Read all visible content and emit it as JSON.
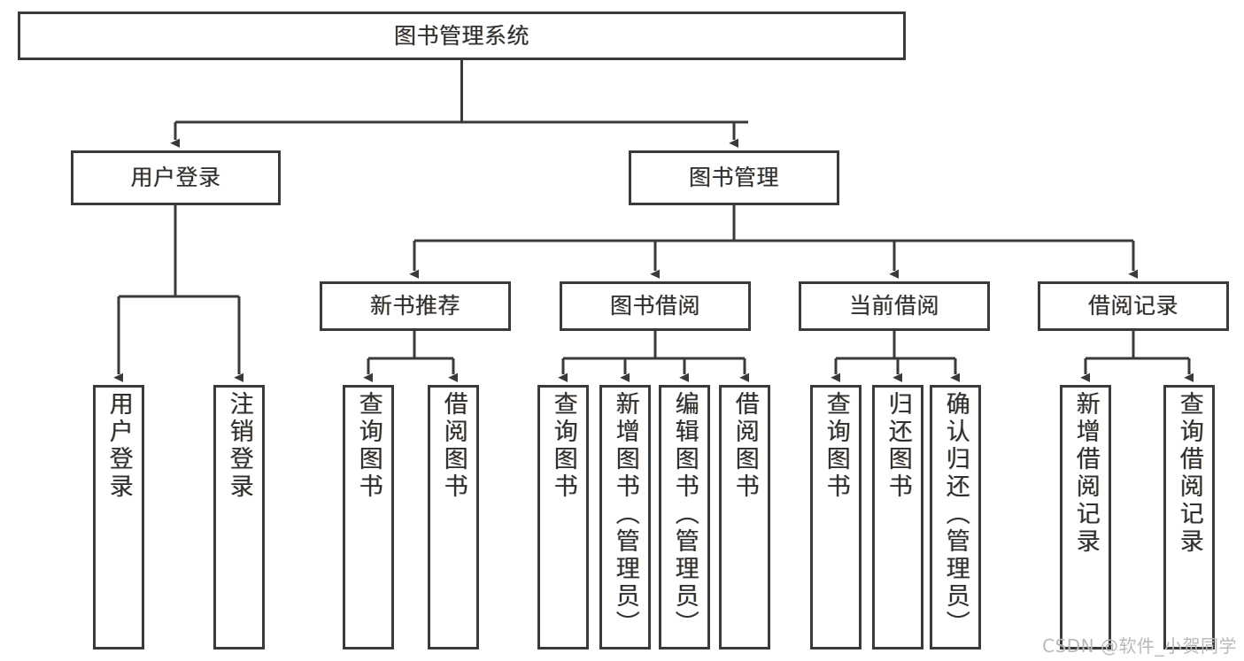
{
  "diagram": {
    "title": "图书管理系统",
    "type": "tree",
    "root": {
      "label": "图书管理系统"
    },
    "level2": [
      {
        "label": "用户登录"
      },
      {
        "label": "图书管理"
      }
    ],
    "level3": [
      {
        "label": "新书推荐"
      },
      {
        "label": "图书借阅"
      },
      {
        "label": "当前借阅"
      },
      {
        "label": "借阅记录"
      }
    ],
    "leaves": {
      "user_login": [
        {
          "label": "用户登录"
        },
        {
          "label": "注销登录"
        }
      ],
      "new_book": [
        {
          "label": "查询图书"
        },
        {
          "label": "借阅图书"
        }
      ],
      "book_borrow": [
        {
          "label": "查询图书"
        },
        {
          "label": "新增图书（管理员）"
        },
        {
          "label": "编辑图书（管理员）"
        },
        {
          "label": "借阅图书"
        }
      ],
      "current_borrow": [
        {
          "label": "查询图书"
        },
        {
          "label": "归还图书"
        },
        {
          "label": "确认归还（管理员）"
        }
      ],
      "borrow_record": [
        {
          "label": "新增借阅记录"
        },
        {
          "label": "查询借阅记录"
        }
      ]
    }
  },
  "watermark": {
    "text": "CSDN @软件_小贺同学"
  },
  "colors": {
    "box_border": "#3a3a3a",
    "box_fill": "#ffffff",
    "connector": "#3a3a3a",
    "text": "#2f2f2f",
    "watermark": "#b9b9b9"
  }
}
